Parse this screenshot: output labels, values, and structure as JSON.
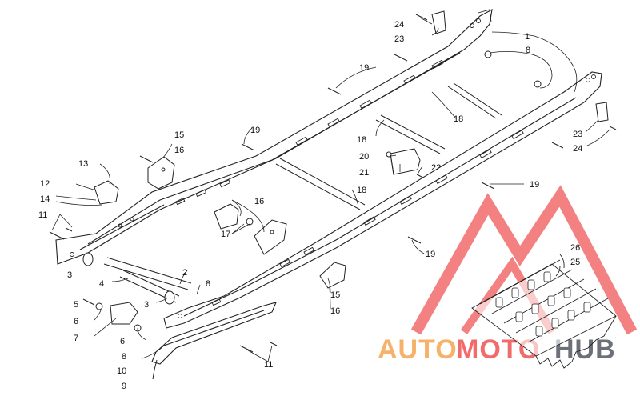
{
  "callouts": [
    {
      "n": "1"
    },
    {
      "n": "2"
    },
    {
      "n": "3"
    },
    {
      "n": "3"
    },
    {
      "n": "4"
    },
    {
      "n": "5"
    },
    {
      "n": "6"
    },
    {
      "n": "6"
    },
    {
      "n": "7"
    },
    {
      "n": "8"
    },
    {
      "n": "8"
    },
    {
      "n": "8"
    },
    {
      "n": "9"
    },
    {
      "n": "10"
    },
    {
      "n": "11"
    },
    {
      "n": "11"
    },
    {
      "n": "12"
    },
    {
      "n": "13"
    },
    {
      "n": "14"
    },
    {
      "n": "15"
    },
    {
      "n": "15"
    },
    {
      "n": "16"
    },
    {
      "n": "16"
    },
    {
      "n": "16"
    },
    {
      "n": "17"
    },
    {
      "n": "18"
    },
    {
      "n": "18"
    },
    {
      "n": "18"
    },
    {
      "n": "19"
    },
    {
      "n": "19"
    },
    {
      "n": "19"
    },
    {
      "n": "19"
    },
    {
      "n": "20"
    },
    {
      "n": "21"
    },
    {
      "n": "22"
    },
    {
      "n": "23"
    },
    {
      "n": "23"
    },
    {
      "n": "24"
    },
    {
      "n": "24"
    },
    {
      "n": "25"
    },
    {
      "n": "26"
    }
  ],
  "watermark": {
    "brand_part1": "AUTO",
    "brand_part2": "MOTO",
    "brand_part3": "HUB",
    "color_logo": "#f26b6b",
    "color_text1": "#f5b26a",
    "color_text3": "#6c7078"
  }
}
